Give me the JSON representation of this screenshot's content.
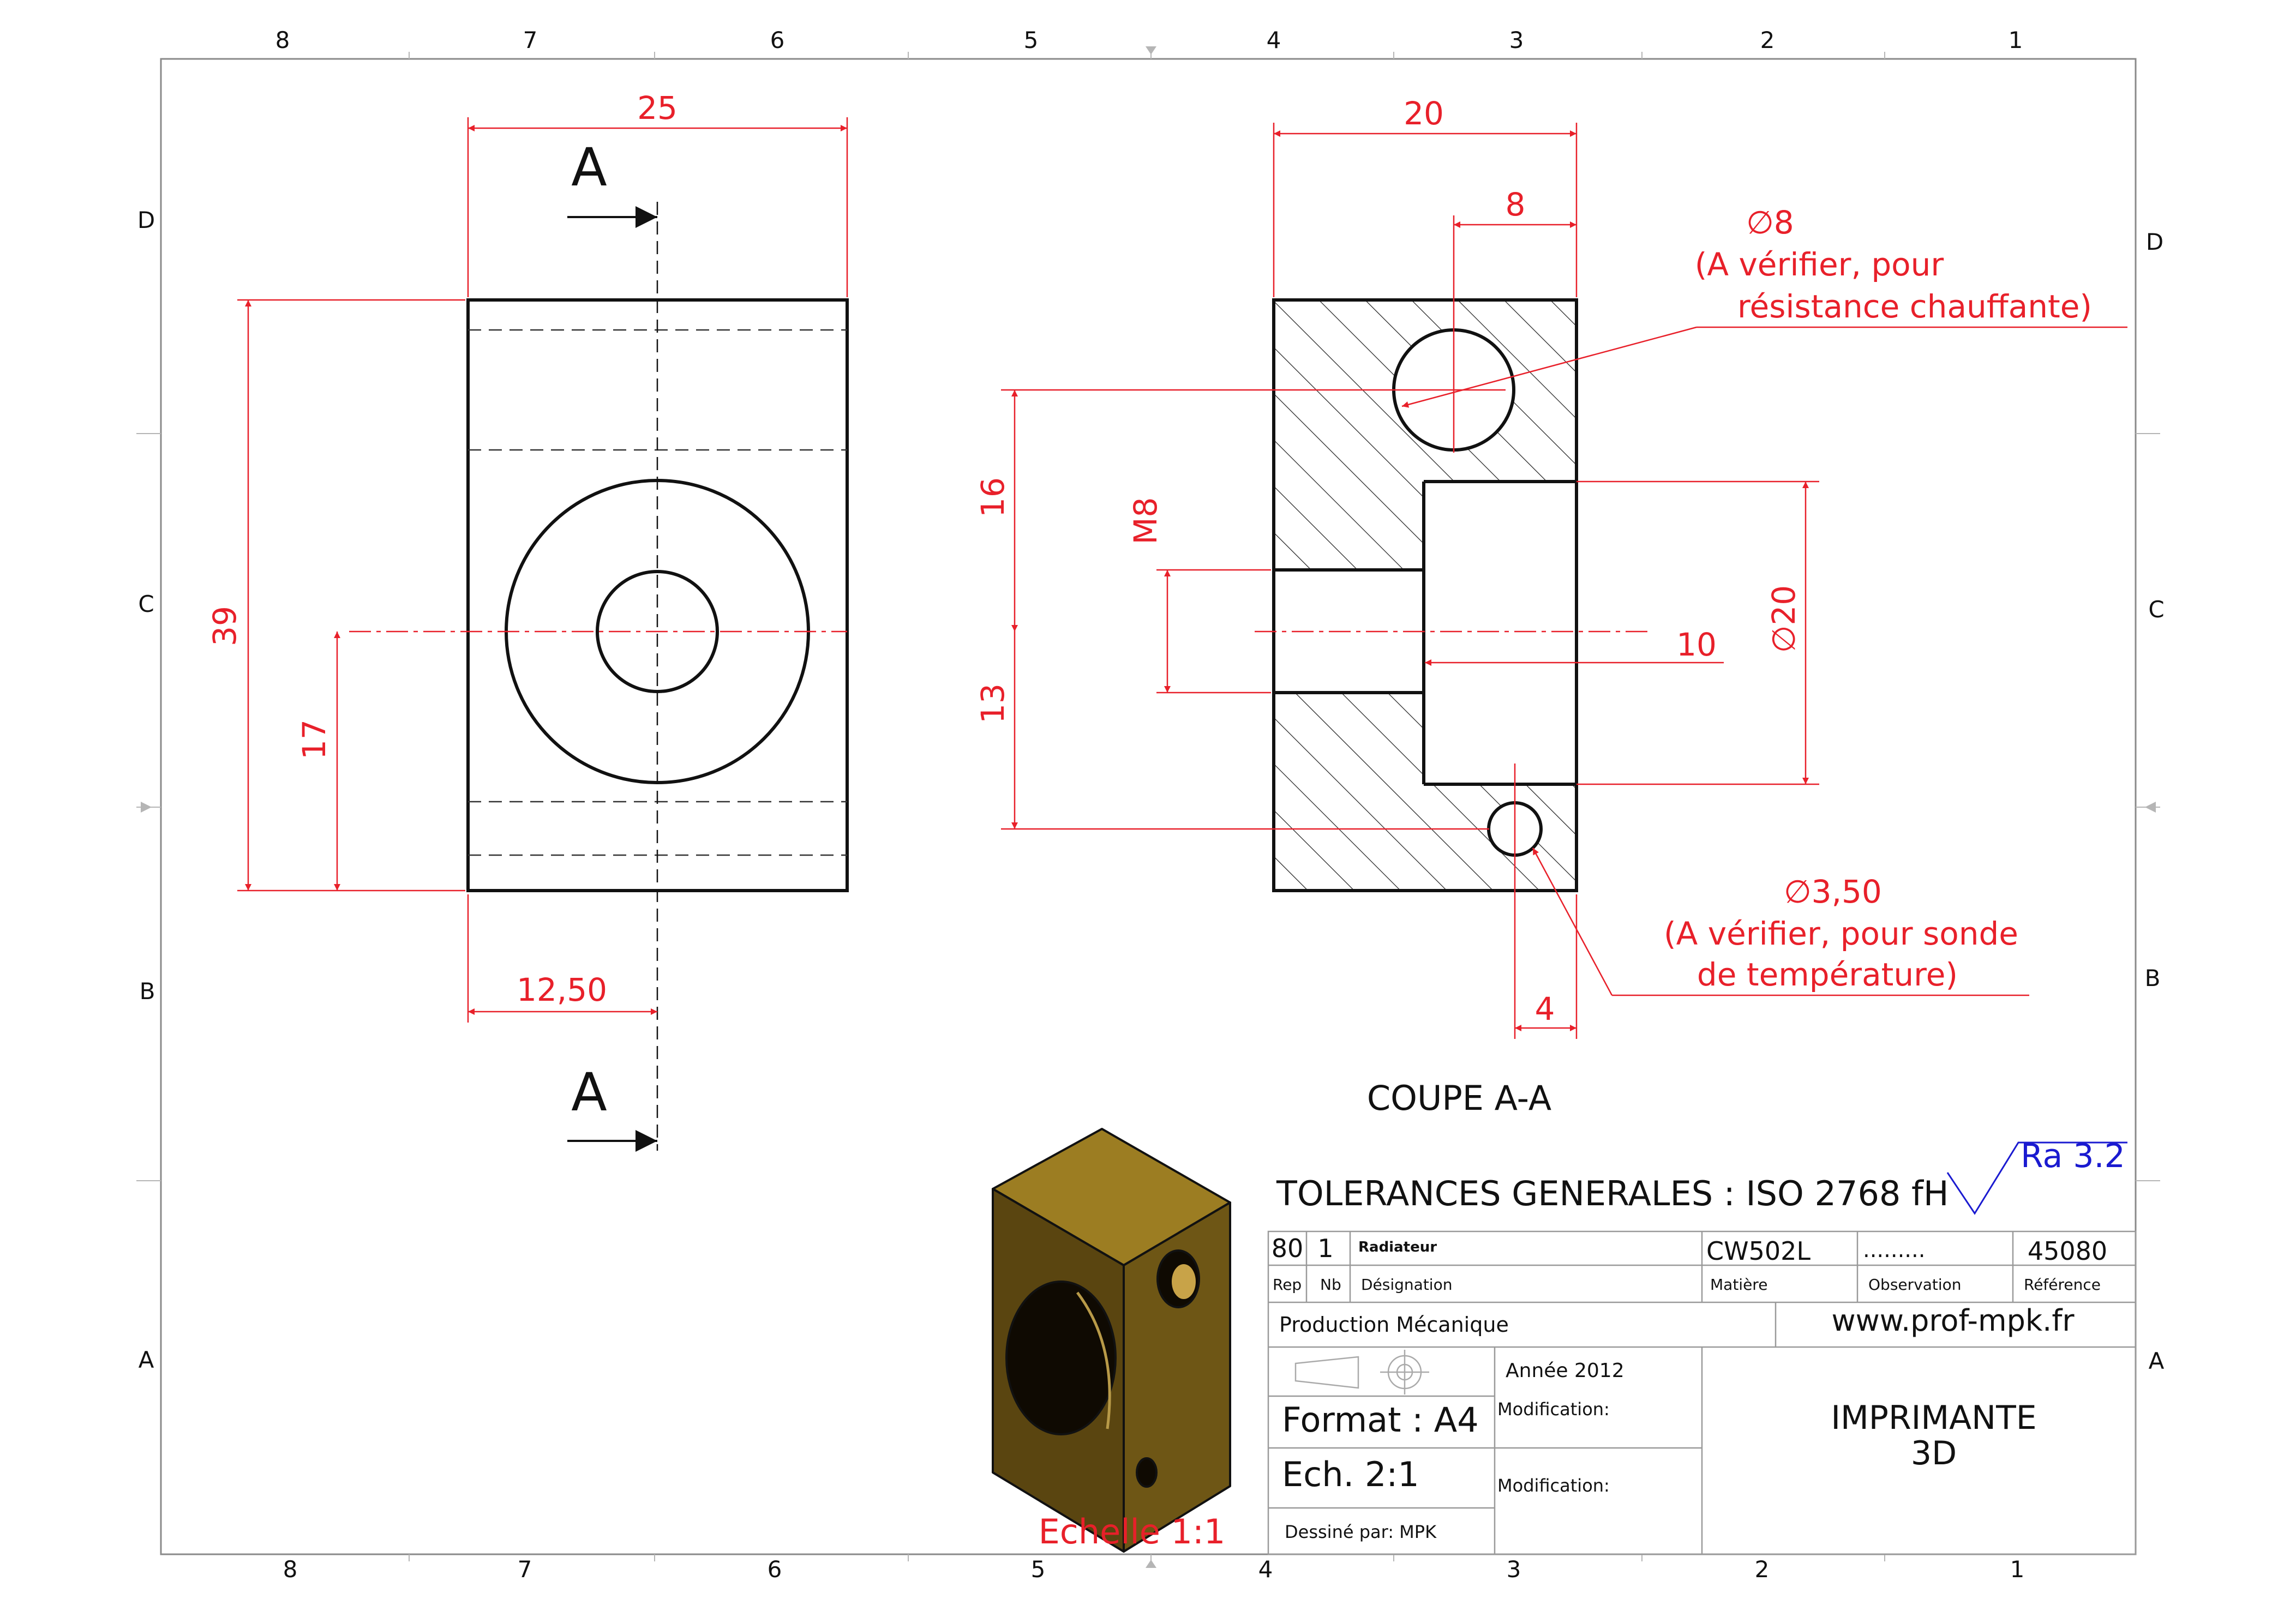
{
  "colors": {
    "dimension": "#e8202a",
    "outline": "#111111",
    "roughness": "#1a1ad0",
    "part_body": "#8a6d1a"
  },
  "frame": {
    "columns_top": [
      "8",
      "7",
      "6",
      "5",
      "4",
      "3",
      "2",
      "1"
    ],
    "columns_bottom": [
      "8",
      "7",
      "6",
      "5",
      "4",
      "3",
      "2",
      "1"
    ],
    "rows_left": [
      "D",
      "C",
      "B",
      "A"
    ],
    "rows_right": [
      "D",
      "C",
      "B",
      "A"
    ]
  },
  "front_view": {
    "section_label_top": "A",
    "section_label_bottom": "A",
    "dim_width": "25",
    "dim_height": "39",
    "dim_center_height": "17",
    "dim_center_offset": "12,50"
  },
  "section_view": {
    "dim_width": "20",
    "dim_hole_offset": "8",
    "hole_large": {
      "label": "∅8",
      "note_line1": "(A vérifier, pour",
      "note_line2": "résistance chauffante)"
    },
    "dim_upper": "16",
    "dim_lower": "13",
    "thread": "M8",
    "dim_depth": "10",
    "bore": "∅20",
    "hole_small": {
      "label": "∅3,50",
      "note_line1": "(A vérifier, pour sonde",
      "note_line2": "de température)"
    },
    "dim_small_offset": "4",
    "caption": "COUPE A-A"
  },
  "iso_view": {
    "scale_label": "Echelle 1:1"
  },
  "roughness": "Ra 3.2",
  "title_block": {
    "tolerances": "TOLERANCES GENERALES : ISO 2768 fH",
    "row": {
      "rep": "80",
      "nb": "1",
      "designation": "Radiateur",
      "matiere": "CW502L",
      "observation": ".........",
      "reference": "45080"
    },
    "headers": {
      "rep": "Rep",
      "nb": "Nb",
      "designation": "Désignation",
      "matiere": "Matière",
      "observation": "Observation",
      "reference": "Référence"
    },
    "production": "Production Mécanique",
    "website": "www.prof-mpk.fr",
    "year": "Année 2012",
    "format": "Format : A4",
    "scale": "Ech. 2:1",
    "drawn_by": "Dessiné par: MPK",
    "modification_1": "Modification:",
    "modification_2": "Modification:",
    "title_line1": "IMPRIMANTE",
    "title_line2": "3D"
  }
}
